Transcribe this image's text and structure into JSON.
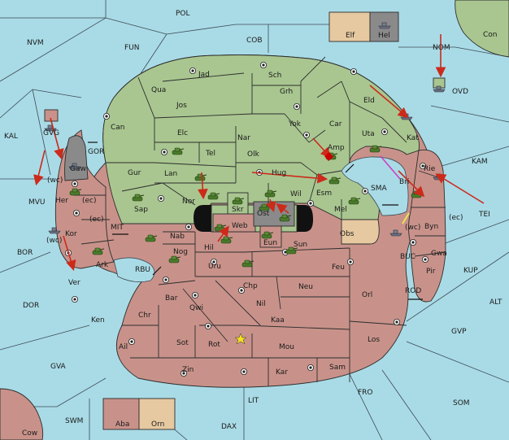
{
  "colors": {
    "sea": "#a9dbe6",
    "green": "#a9c690",
    "red": "#c8928a",
    "tan": "#e6c9a0",
    "grey": "#8a8a8a",
    "arrow_red": "#cc2a1a",
    "arrow_pink": "#d040c0",
    "arrow_yellow": "#e8e850"
  },
  "sea_regions": [
    "POL",
    "NVM",
    "FUN",
    "COB",
    "Con",
    "NOM",
    "OVD",
    "KAL",
    "GOR",
    "MVU",
    "MIT",
    "BOR",
    "RBU",
    "DOR",
    "GVA",
    "SWM",
    "LIT",
    "DAX",
    "FRO",
    "SOM",
    "GVP",
    "ALT",
    "KUP",
    "ROD",
    "BUC",
    "TEI",
    "KAM",
    "SMA"
  ],
  "regions_green": [
    "Jad",
    "Sch",
    "Qua",
    "Jos",
    "Grh",
    "Eld",
    "Can",
    "Elc",
    "Nar",
    "Yok",
    "Car",
    "Uta",
    "Kat",
    "Gur",
    "Tel",
    "Olk",
    "Amp",
    "Lan",
    "Hug",
    "Nor",
    "Skr",
    "Wil",
    "Esm",
    "Sap",
    "Mel"
  ],
  "regions_red": [
    "Gaw",
    "Her",
    "Kor",
    "Ark",
    "Ver",
    "Nab",
    "Nog",
    "Hil",
    "Web",
    "Ost",
    "Eun",
    "Sun",
    "Uru",
    "Feu",
    "Chp",
    "Neu",
    "Bar",
    "Qwi",
    "Nil",
    "Orl",
    "Ken",
    "Chr",
    "Kaa",
    "Ail",
    "Sot",
    "Rot",
    "Mou",
    "Los",
    "Zin",
    "Kar",
    "Sam",
    "Rie",
    "Bri",
    "Byn",
    "Gwa",
    "Pir",
    "Cow",
    "Aba"
  ],
  "regions_tan": [
    "Obs",
    "Elf",
    "Orn"
  ],
  "regions_grey": [
    "Hel",
    "GVG"
  ],
  "coast_tags": [
    "(wc)",
    "(ec)",
    "(ec)",
    "(wc)",
    "(wc)",
    "(ec)"
  ]
}
